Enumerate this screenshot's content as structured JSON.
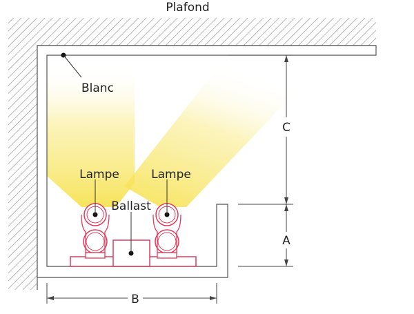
{
  "labels": {
    "ceiling": "Plafond",
    "white": "Blanc",
    "lamp_left": "Lampe",
    "lamp_right": "Lampe",
    "ballast": "Ballast",
    "dim_a": "A",
    "dim_b": "B",
    "dim_c": "C"
  },
  "colors": {
    "hatch": "#777777",
    "outline": "#555555",
    "lamp": "#e03a5a",
    "ballast": "#e03a5a",
    "light": "#f5e04a",
    "dimension": "#444444"
  }
}
